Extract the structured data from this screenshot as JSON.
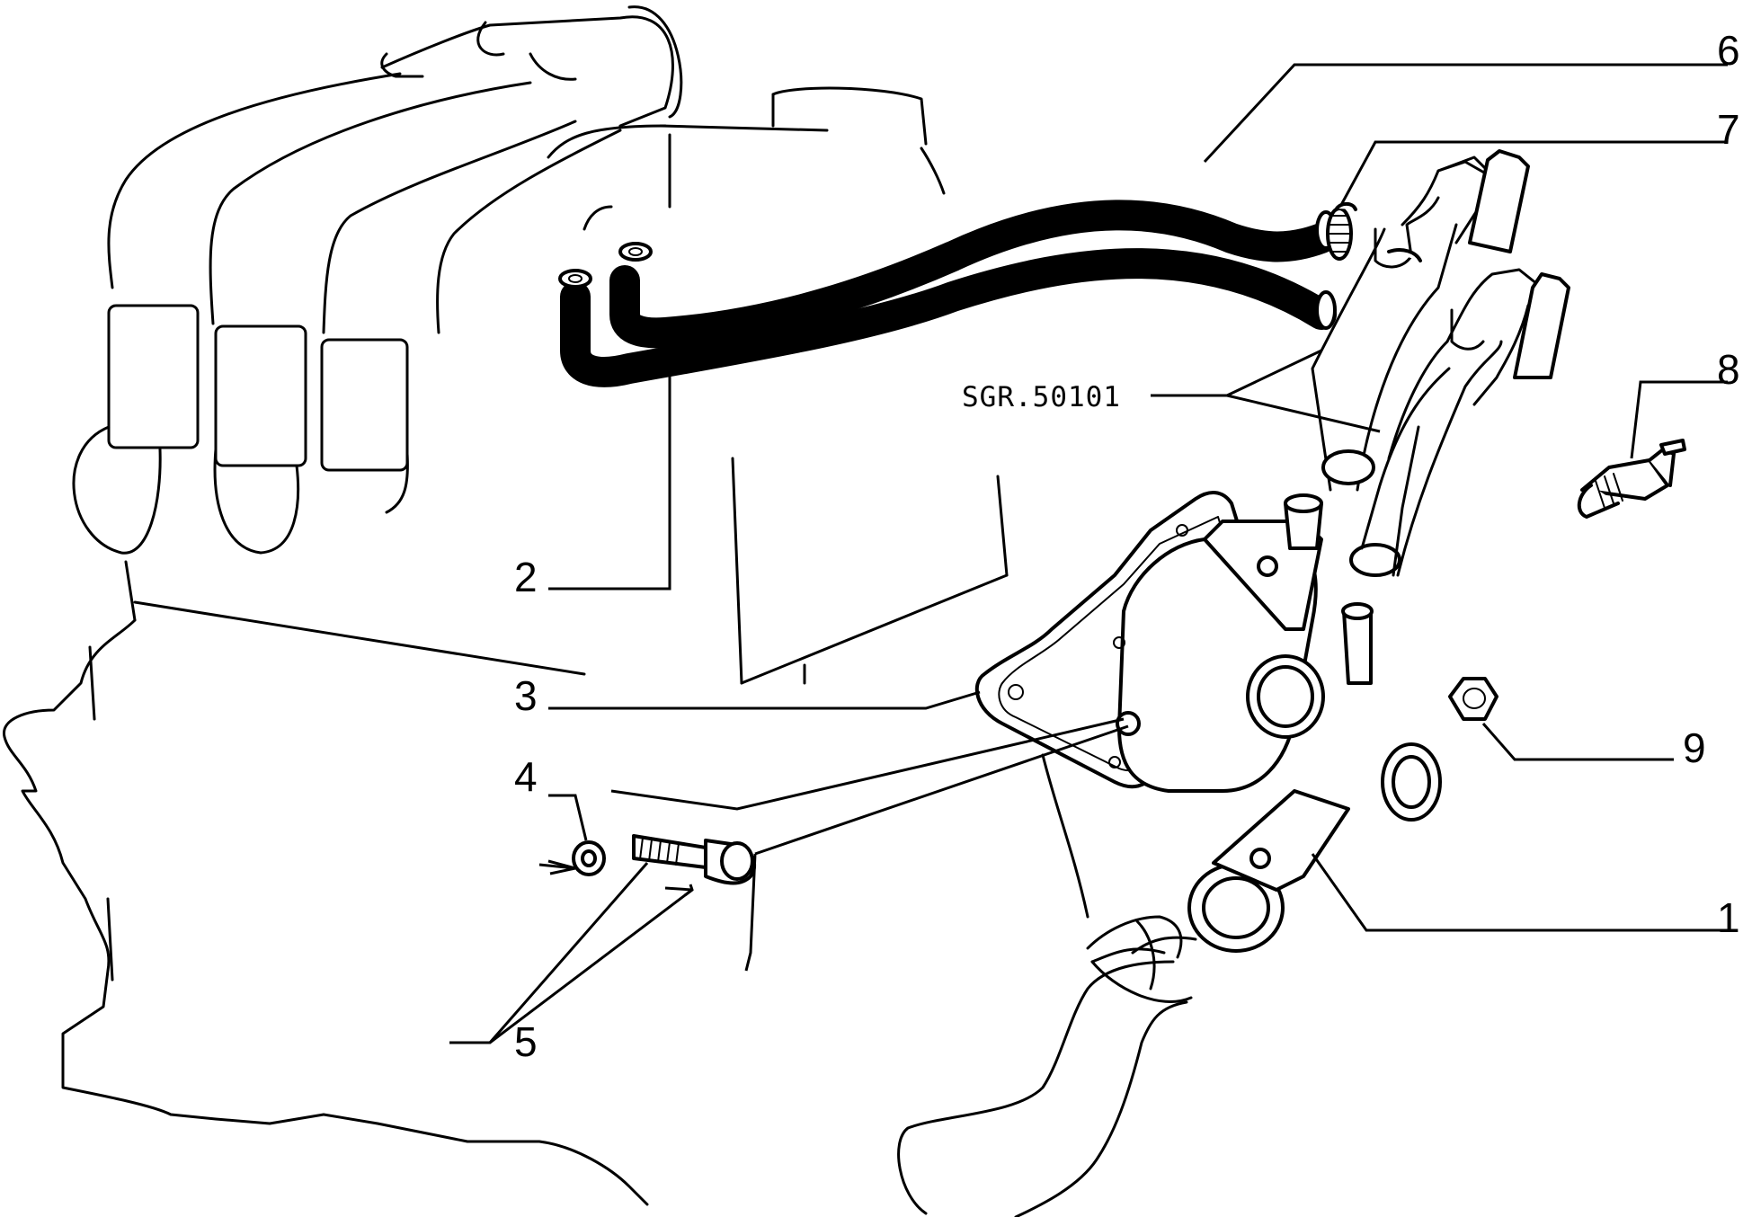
{
  "diagram": {
    "reference_code": "SGR.50101",
    "callouts": [
      {
        "id": "callout-1",
        "label": "1"
      },
      {
        "id": "callout-2",
        "label": "2"
      },
      {
        "id": "callout-3",
        "label": "3"
      },
      {
        "id": "callout-4",
        "label": "4"
      },
      {
        "id": "callout-5",
        "label": "5"
      },
      {
        "id": "callout-6",
        "label": "6"
      },
      {
        "id": "callout-7",
        "label": "7"
      },
      {
        "id": "callout-8",
        "label": "8"
      },
      {
        "id": "callout-9",
        "label": "9"
      }
    ],
    "colors": {
      "ink": "#000000",
      "paper": "#ffffff"
    }
  }
}
